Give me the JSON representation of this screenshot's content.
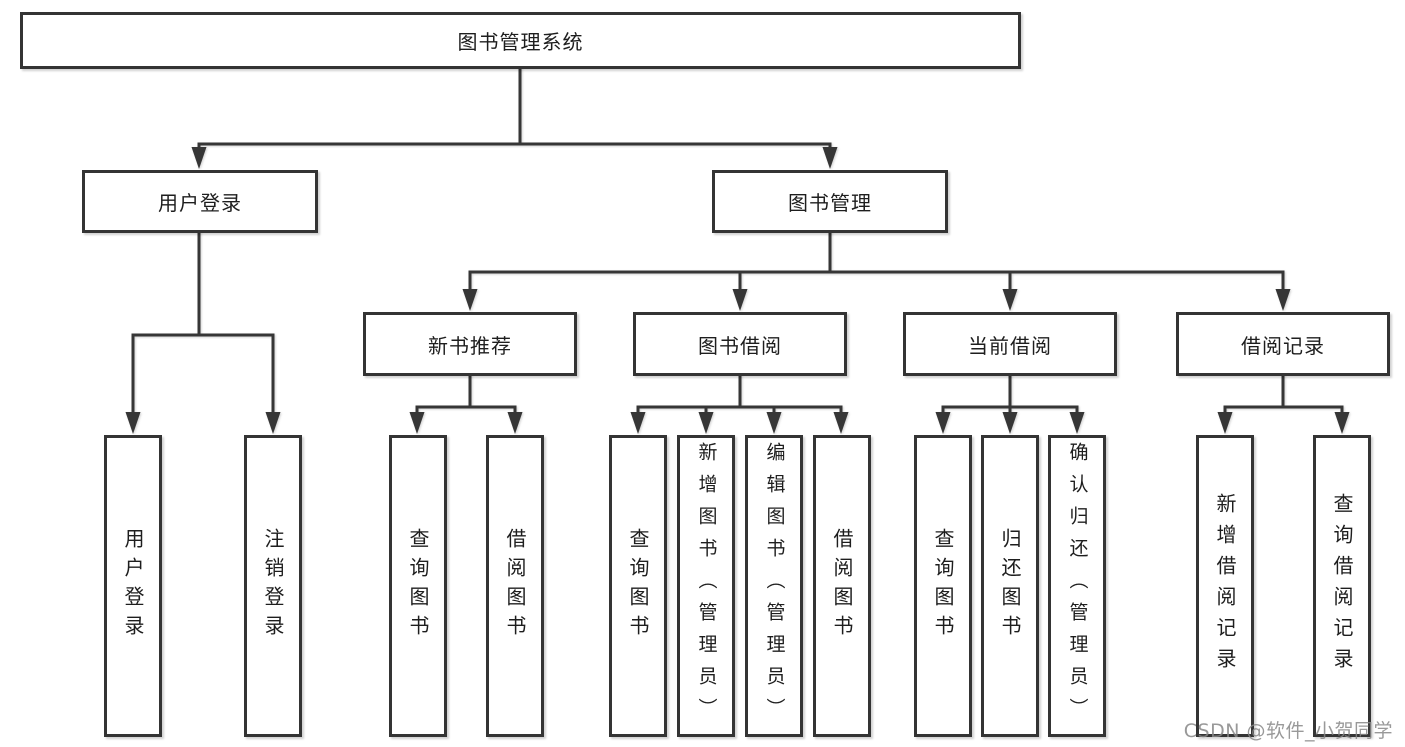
{
  "diagram": {
    "title": "图书管理系统",
    "watermark": "CSDN @软件_小贺同学",
    "colors": {
      "line": "#363636",
      "border": "#343434",
      "text": "#1e1e1e",
      "watermark": "#878787",
      "background": "#ffffff"
    },
    "level1": [
      {
        "label": "用户登录"
      },
      {
        "label": "图书管理"
      }
    ],
    "level2": [
      {
        "label": "新书推荐"
      },
      {
        "label": "图书借阅"
      },
      {
        "label": "当前借阅"
      },
      {
        "label": "借阅记录"
      }
    ],
    "leaves": {
      "user_login": [
        "用户登录",
        "注销登录"
      ],
      "new_books": [
        "查询图书",
        "借阅图书"
      ],
      "book_borrow": [
        "查询图书",
        "新增图书（管理员）",
        "编辑图书（管理员）",
        "借阅图书"
      ],
      "current_borrow": [
        "查询图书",
        "归还图书",
        "确认归还（管理员）"
      ],
      "borrow_records": [
        "新增借阅记录",
        "查询借阅记录"
      ]
    }
  }
}
